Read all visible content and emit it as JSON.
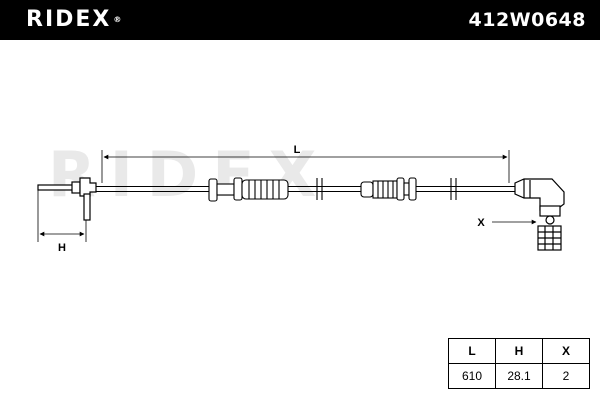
{
  "header": {
    "brand": "RIDEX",
    "brand_mark": "®",
    "part_number": "412W0648"
  },
  "watermark": {
    "text": "RIDEX"
  },
  "drawing": {
    "labels": {
      "length": "L",
      "height": "H",
      "offset": "X"
    }
  },
  "dimensions_table": {
    "headers": [
      "L",
      "H",
      "X"
    ],
    "values": [
      "610",
      "28.1",
      "2"
    ]
  },
  "colors": {
    "header_bg": "#000000",
    "header_text": "#ffffff",
    "line": "#000000",
    "watermark": "#e9e9e9"
  }
}
